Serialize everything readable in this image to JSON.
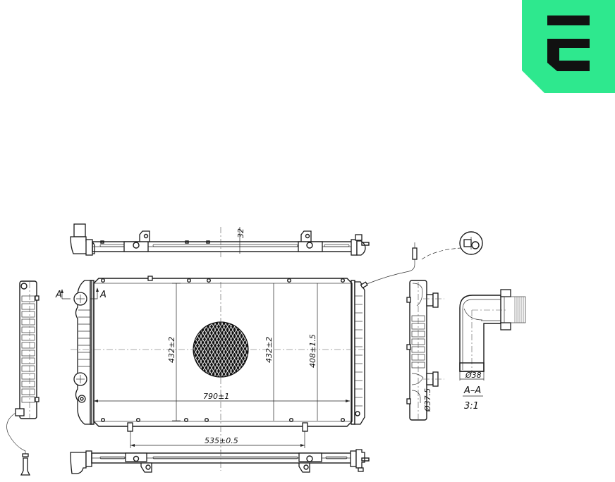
{
  "logo": {
    "name": "brand-logo",
    "letter_icon": "stylized-E-icon",
    "background_color": "#2EE88E",
    "glyph_color": "#111111"
  },
  "drawing": {
    "title": "Radiator technical drawing",
    "colors": {
      "line": "#1a1a1a",
      "background": "#ffffff"
    },
    "views": {
      "top_view": {
        "label": "Top view of radiator (upper tank)",
        "dimension_height": "32"
      },
      "front_view": {
        "label": "Front view",
        "dimension_width": "790±1",
        "dimension_core_height_left": "432±2",
        "dimension_core_height_center": "432±2",
        "dimension_total_height": "408±1.5",
        "dimension_mount_spacing": "535±0.5",
        "section_marker_left": "A",
        "section_marker_right": "A"
      },
      "bottom_view": {
        "label": "Bottom view of radiator (lower tank)"
      },
      "left_side_view": {
        "label": "Left side view with drain plug"
      },
      "right_side_view": {
        "label": "Right side view",
        "pipe_diameter": "Ø37.5"
      },
      "section_view": {
        "label": "Section A-A",
        "section_title": "A–A",
        "scale": "3:1",
        "pipe_diameter": "Ø38"
      },
      "sensor_detail": {
        "label": "Sensor detail callout"
      }
    }
  }
}
